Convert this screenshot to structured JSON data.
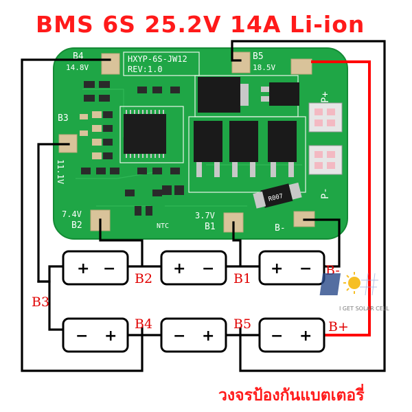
{
  "title": "BMS 6S 25.2V 14A Li-ion",
  "footer": "วงจรป้องกันแบตเตอรี่",
  "board": {
    "model": "HXYP-6S-JW12",
    "revision": "REV:1.0",
    "chip_text": "R007",
    "ntc": "NTC",
    "p_plus": "P+",
    "p_minus": "P-",
    "pads": {
      "b4": "B4",
      "b4_v": "14.8V",
      "b5": "B5",
      "b5_v": "18.5V",
      "b3": "B3",
      "b3_v": "11.1V",
      "b2": "B2",
      "b2_v": "7.4V",
      "b1": "B1",
      "b1_v": "3.7V",
      "bminus": "B-"
    }
  },
  "nodes": {
    "b1": "B1",
    "b2": "B2",
    "b3": "B3",
    "b4": "B4",
    "b5": "B5",
    "bminus": "B-",
    "bplus": "B+"
  },
  "cells": {
    "plus": "+",
    "minus": "−"
  },
  "watermark": "I GET SOLAR CELL",
  "colors": {
    "title": "#ff1a1a",
    "wire": "#000000",
    "positive_wire": "#ff0000",
    "pcb": "#1fa646",
    "pad": "#d9c39a"
  }
}
